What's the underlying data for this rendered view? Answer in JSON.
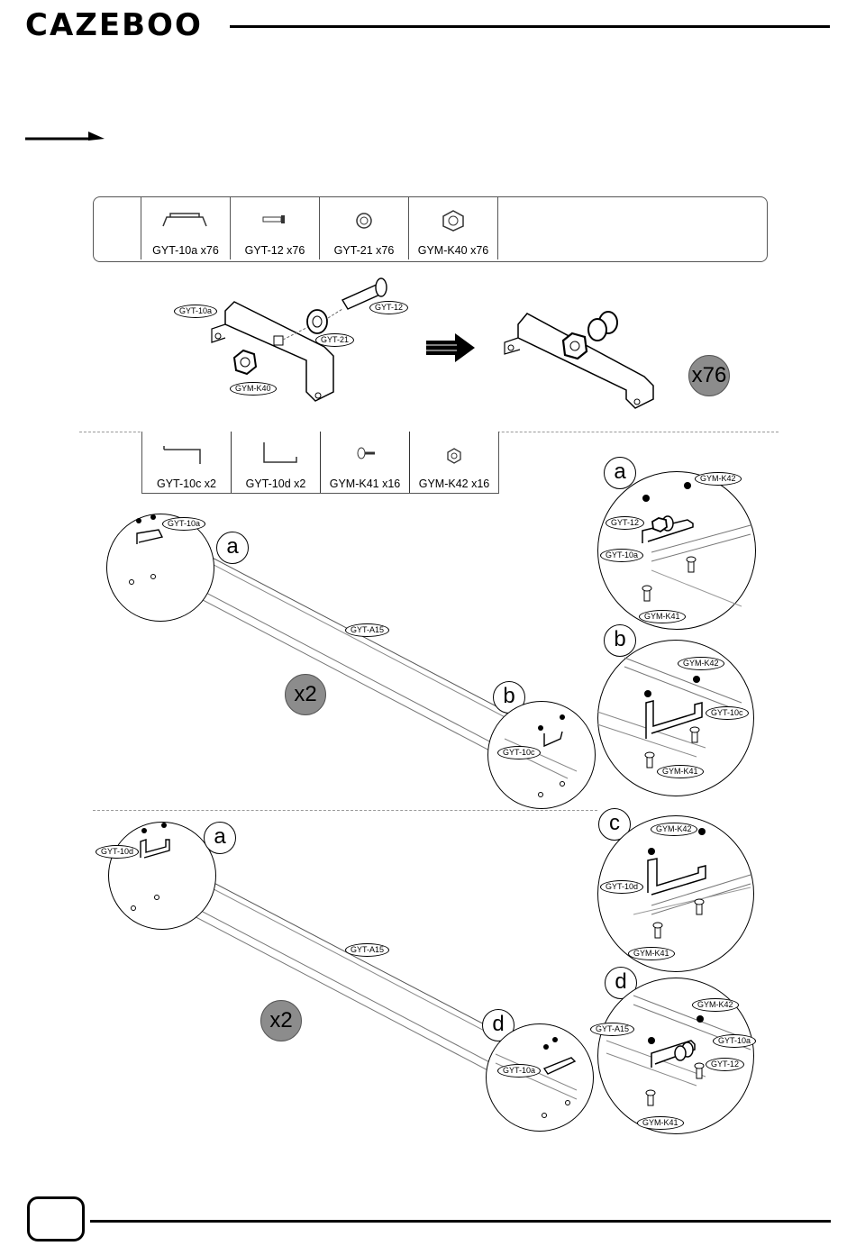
{
  "header": {
    "brand": "CAZEBOO"
  },
  "parts_row_1": [
    {
      "label": "GYT-10a   x76",
      "icon": "bracket-icon"
    },
    {
      "label": "GYT-12   x76",
      "icon": "pin-icon"
    },
    {
      "label": "GYT-21  x76",
      "icon": "bushing-icon"
    },
    {
      "label": "GYM-K40 x76",
      "icon": "nut-icon"
    }
  ],
  "parts_row_2": [
    {
      "label": "GYT-10c  x2",
      "icon": "bracket-c-icon"
    },
    {
      "label": "GYT-10d   x2",
      "icon": "bracket-d-icon"
    },
    {
      "label": "GYM-K41 x16",
      "icon": "screw-icon"
    },
    {
      "label": "GYM-K42 x16",
      "icon": "nut-small-icon"
    }
  ],
  "step1": {
    "tags": {
      "bracket": "GYT-10a",
      "pin": "GYT-12",
      "bushing": "GYT-21",
      "nut": "GYM-K40"
    },
    "qty": "x76"
  },
  "step2": {
    "rail_tag": "GYT-A15",
    "qty": "x2",
    "callouts": {
      "a": "a",
      "b": "b"
    },
    "left_tags": {
      "a_bracket": "GYT-10a",
      "b_bracket": "GYT-10c"
    },
    "detail_a": {
      "letter": "a",
      "nut": "GYM-K42",
      "pin": "GYT-12",
      "bracket": "GYT-10a",
      "screw": "GYM-K41"
    },
    "detail_b": {
      "letter": "b",
      "nut": "GYM-K42",
      "bracket": "GYT-10c",
      "screw": "GYM-K41"
    }
  },
  "step3": {
    "rail_tag": "GYT-A15",
    "qty": "x2",
    "callouts": {
      "a": "a",
      "d": "d"
    },
    "left_tags": {
      "a_bracket": "GYT-10d",
      "d_bracket": "GYT-10a"
    },
    "detail_c": {
      "letter": "c",
      "nut": "GYM-K42",
      "bracket": "GYT-10d",
      "screw": "GYM-K41"
    },
    "detail_d": {
      "letter": "d",
      "nut": "GYM-K42",
      "rail": "GYT-A15",
      "bracket": "GYT-10a",
      "pin": "GYT-12",
      "screw": "GYM-K41"
    }
  }
}
